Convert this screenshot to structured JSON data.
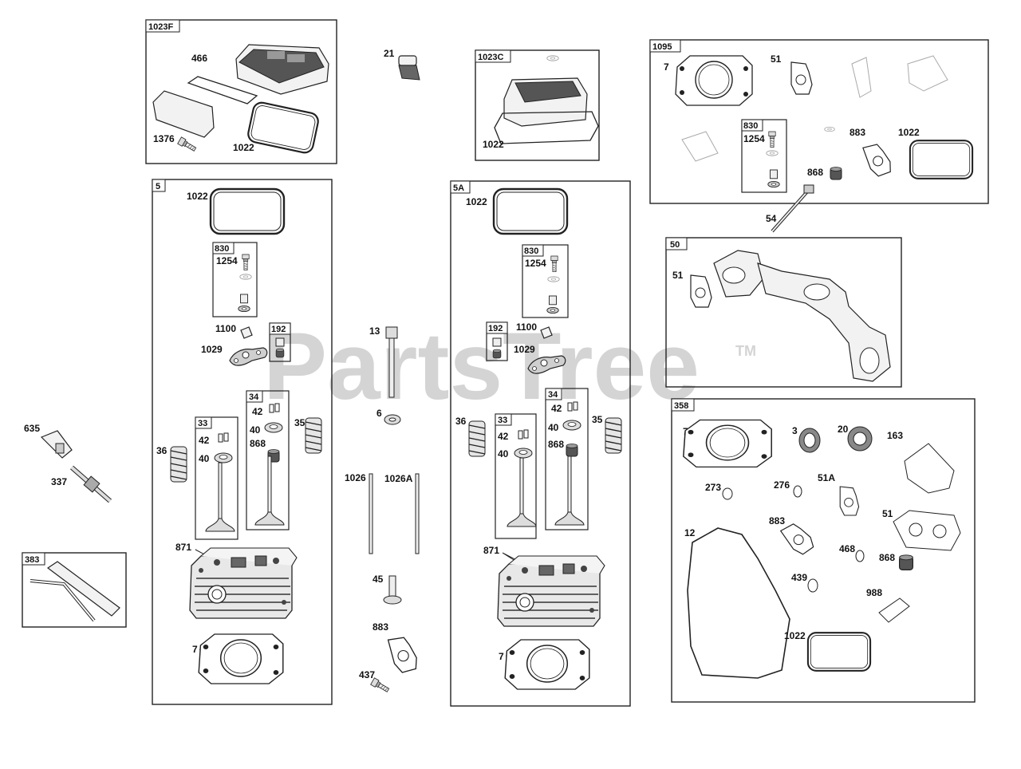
{
  "watermark": {
    "text": "PartsTree",
    "tm": "TM"
  },
  "labels": {
    "k1023F": "1023F",
    "l466": "466",
    "l1376": "1376",
    "l1022a": "1022",
    "l21": "21",
    "k1023C": "1023C",
    "l1022b": "1022",
    "k1095": "1095",
    "l7a": "7",
    "l51a": "51",
    "k830a": "830",
    "l1254a": "1254",
    "l883a": "883",
    "l1022c": "1022",
    "l868a": "868",
    "l54": "54",
    "k50": "50",
    "l51b": "51",
    "k5": "5",
    "l1022d": "1022",
    "k830b": "830",
    "l1254b": "1254",
    "l1100a": "1100",
    "k192a": "192",
    "l1029a": "1029",
    "k34a": "34",
    "l42a": "42",
    "l40a": "40",
    "l868b": "868",
    "l35a": "35",
    "k33a": "33",
    "l42b": "42",
    "l40b": "40",
    "l36a": "36",
    "l871a": "871",
    "l7b": "7",
    "l13": "13",
    "l6": "6",
    "l1026": "1026",
    "l1026A": "1026A",
    "l45": "45",
    "l883b": "883",
    "l437": "437",
    "k5A": "5A",
    "l1022e": "1022",
    "k830c": "830",
    "l1254c": "1254",
    "k192b": "192",
    "l1100b": "1100",
    "l1029b": "1029",
    "k34b": "34",
    "l42c": "42",
    "l40c": "40",
    "l868c": "868",
    "l35b": "35",
    "l36b": "36",
    "k33b": "33",
    "l42d": "42",
    "l40d": "40",
    "l871b": "871",
    "l7c": "7",
    "k358": "358",
    "l7d": "7",
    "l3": "3",
    "l20": "20",
    "l163": "163",
    "l273": "273",
    "l276": "276",
    "l51A": "51A",
    "l12": "12",
    "l883c": "883",
    "l51c": "51",
    "l468": "468",
    "l868d": "868",
    "l439": "439",
    "l988": "988",
    "l1022f": "1022",
    "l635": "635",
    "l337": "337",
    "k383": "383"
  }
}
